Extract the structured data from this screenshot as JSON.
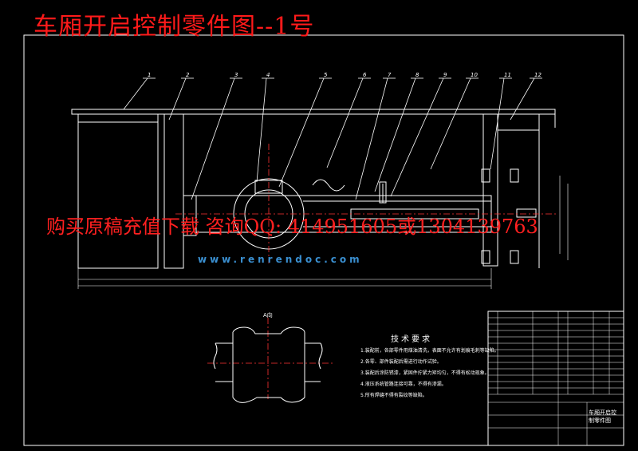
{
  "drawing": {
    "title": "车厢开启控制零件图--1号",
    "watermark": "购买原稿充值下载 咨询QQ: 414951605或1304139763",
    "site": "www.renrendoc.com",
    "tech_requirements_title": "技术要求",
    "tech_requirements": [
      "1.装配前，各部零件用煤油清洗，表面不允许有划痕毛刺等缺陷。",
      "2.各零、部件装配后需进行动作试验。",
      "3.装配后涂防锈漆，紧固件拧紧力矩均匀，不得有松动现象。",
      "4.液压系统管路连接可靠，不得有渗漏。",
      "5.所有焊缝不得有裂纹等缺陷。"
    ],
    "section_label": "A向",
    "title_block_name": "车厢开启控制零件图",
    "balloons": [
      "1",
      "2",
      "3",
      "4",
      "5",
      "6",
      "7",
      "8",
      "9",
      "10",
      "11",
      "12"
    ]
  },
  "colors": {
    "background": "#000000",
    "lines": "#ffffff",
    "title": "#ff1a1a",
    "watermark": "#ff2020",
    "site": "#3a8fd0",
    "centerline": "#ff3333"
  }
}
